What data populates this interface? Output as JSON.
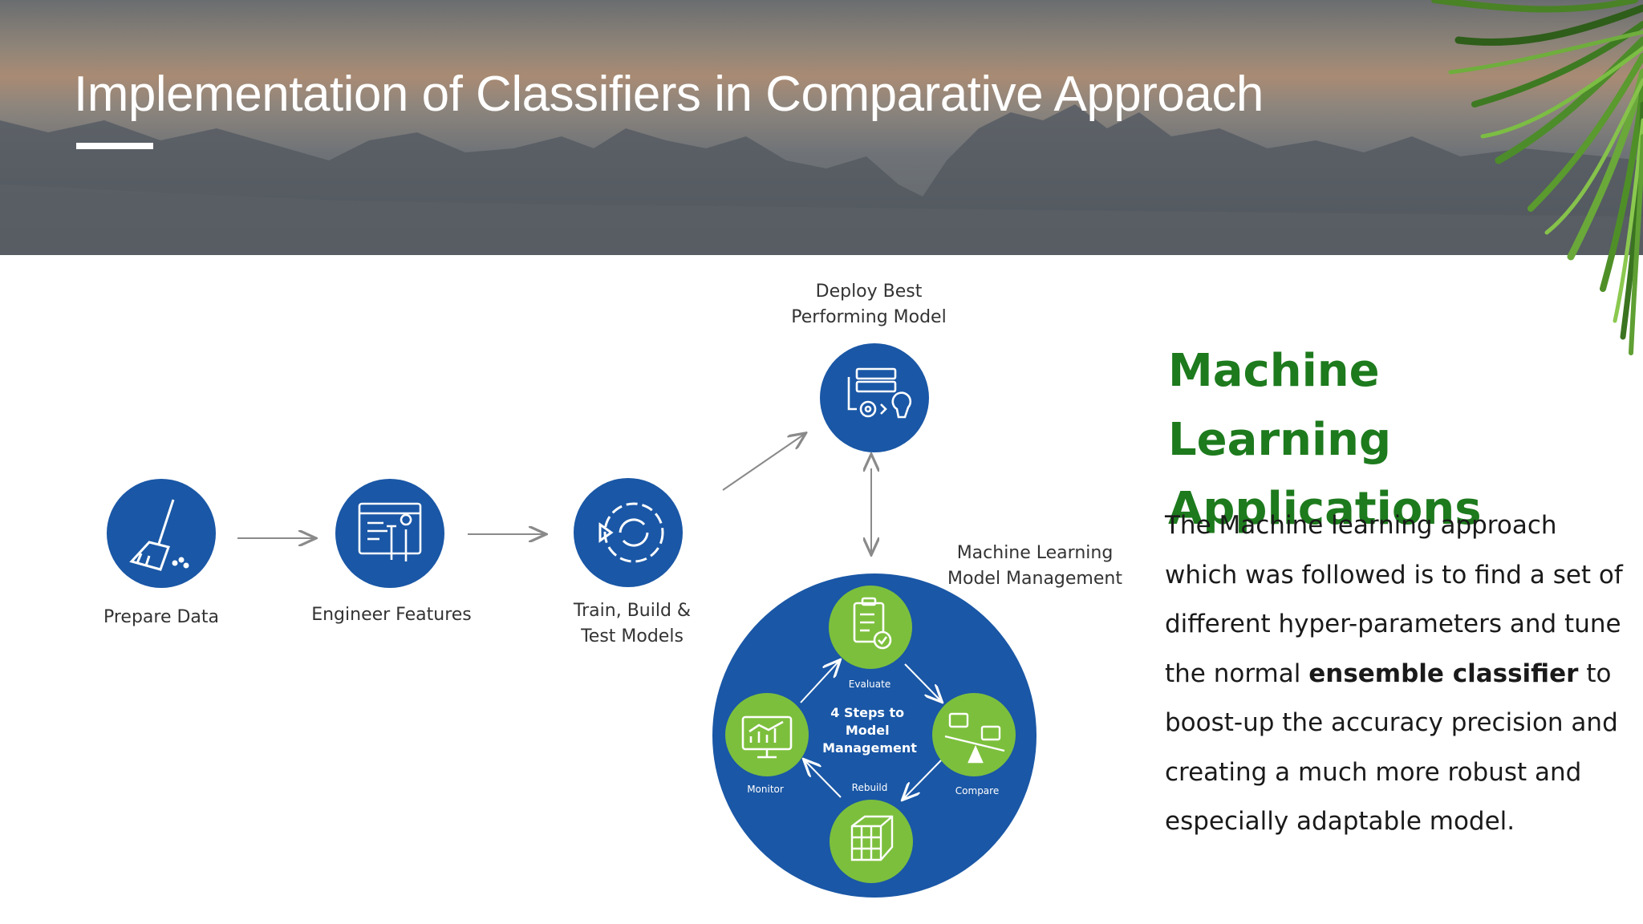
{
  "slide": {
    "title": "Implementation of Classifiers in Comparative Approach"
  },
  "diagram": {
    "steps": [
      {
        "label": "Prepare Data",
        "icon": "broom-icon"
      },
      {
        "label": "Engineer Features",
        "icon": "tools-icon"
      },
      {
        "label": "Train, Build &\nTest Models",
        "icon": "model-cycle-icon"
      }
    ],
    "deploy": {
      "label": "Deploy Best\nPerforming Model",
      "icon": "deploy-server-icon"
    },
    "management": {
      "label": "Machine Learning\nModel Management",
      "center_text": "4 Steps to\nModel\nManagement",
      "cycle": [
        {
          "label": "Evaluate",
          "icon": "clipboard-check-icon"
        },
        {
          "label": "Compare",
          "icon": "balance-scale-icon"
        },
        {
          "label": "Rebuild",
          "icon": "cube-grid-icon"
        },
        {
          "label": "Monitor",
          "icon": "monitor-chart-icon"
        }
      ]
    },
    "colors": {
      "blue": "#1a57a6",
      "green": "#7cbf3c",
      "arrow": "#8a8a8a"
    }
  },
  "side": {
    "heading_line1": "Machine Learning",
    "heading_line2": "Applications",
    "body_part1": "The Machine learning approach which was followed is to find a set of different hyper-parameters and tune the normal ",
    "body_bold": "ensemble classifier",
    "body_part2": " to boost-up the accuracy precision and creating a much more robust and especially adaptable model.",
    "heading_color": "#1d7a1d"
  }
}
